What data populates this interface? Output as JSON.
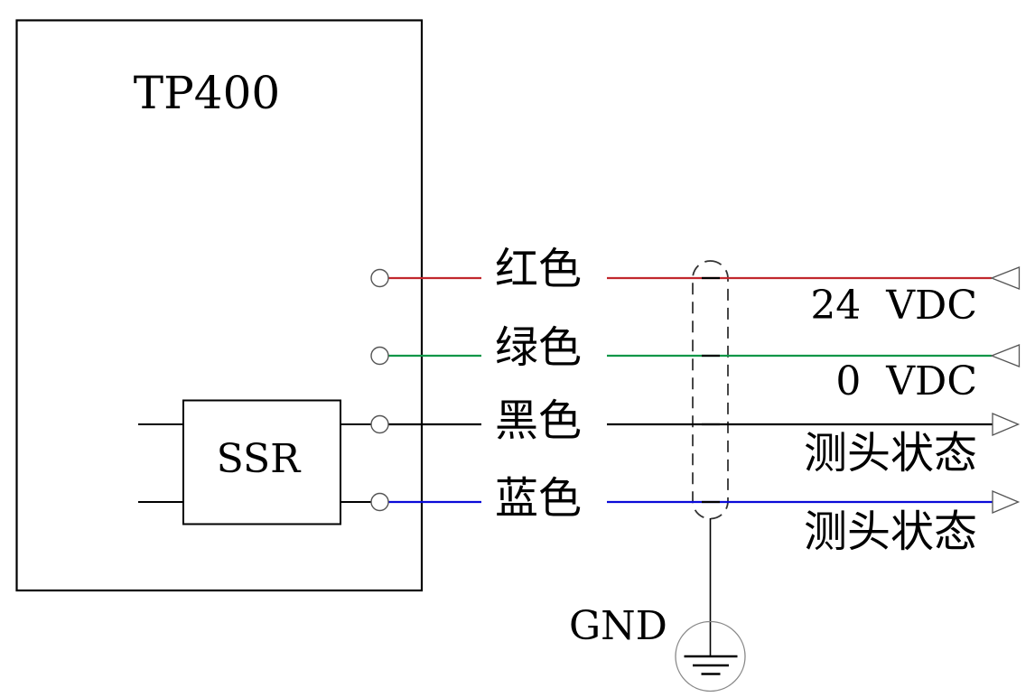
{
  "device": {
    "label": "TP400"
  },
  "ssr": {
    "label": "SSR"
  },
  "ground": {
    "label": "GND"
  },
  "wires": [
    {
      "id": "red",
      "label": "红色",
      "color": "#c1272d",
      "terminal_label": "24  VDC",
      "arrow_direction": "left"
    },
    {
      "id": "green",
      "label": "绿色",
      "color": "#0e9648",
      "terminal_label": "0  VDC",
      "arrow_direction": "left"
    },
    {
      "id": "black",
      "label": "黑色",
      "color": "#000000",
      "terminal_label": "测头状态",
      "arrow_direction": "right"
    },
    {
      "id": "blue",
      "label": "蓝色",
      "color": "#0a0ad8",
      "terminal_label": "测头状态",
      "arrow_direction": "right"
    }
  ],
  "colors": {
    "line": "#000000",
    "outline_gray": "#555555",
    "shield_dash": "#333333",
    "ground_circle": "#888888"
  }
}
